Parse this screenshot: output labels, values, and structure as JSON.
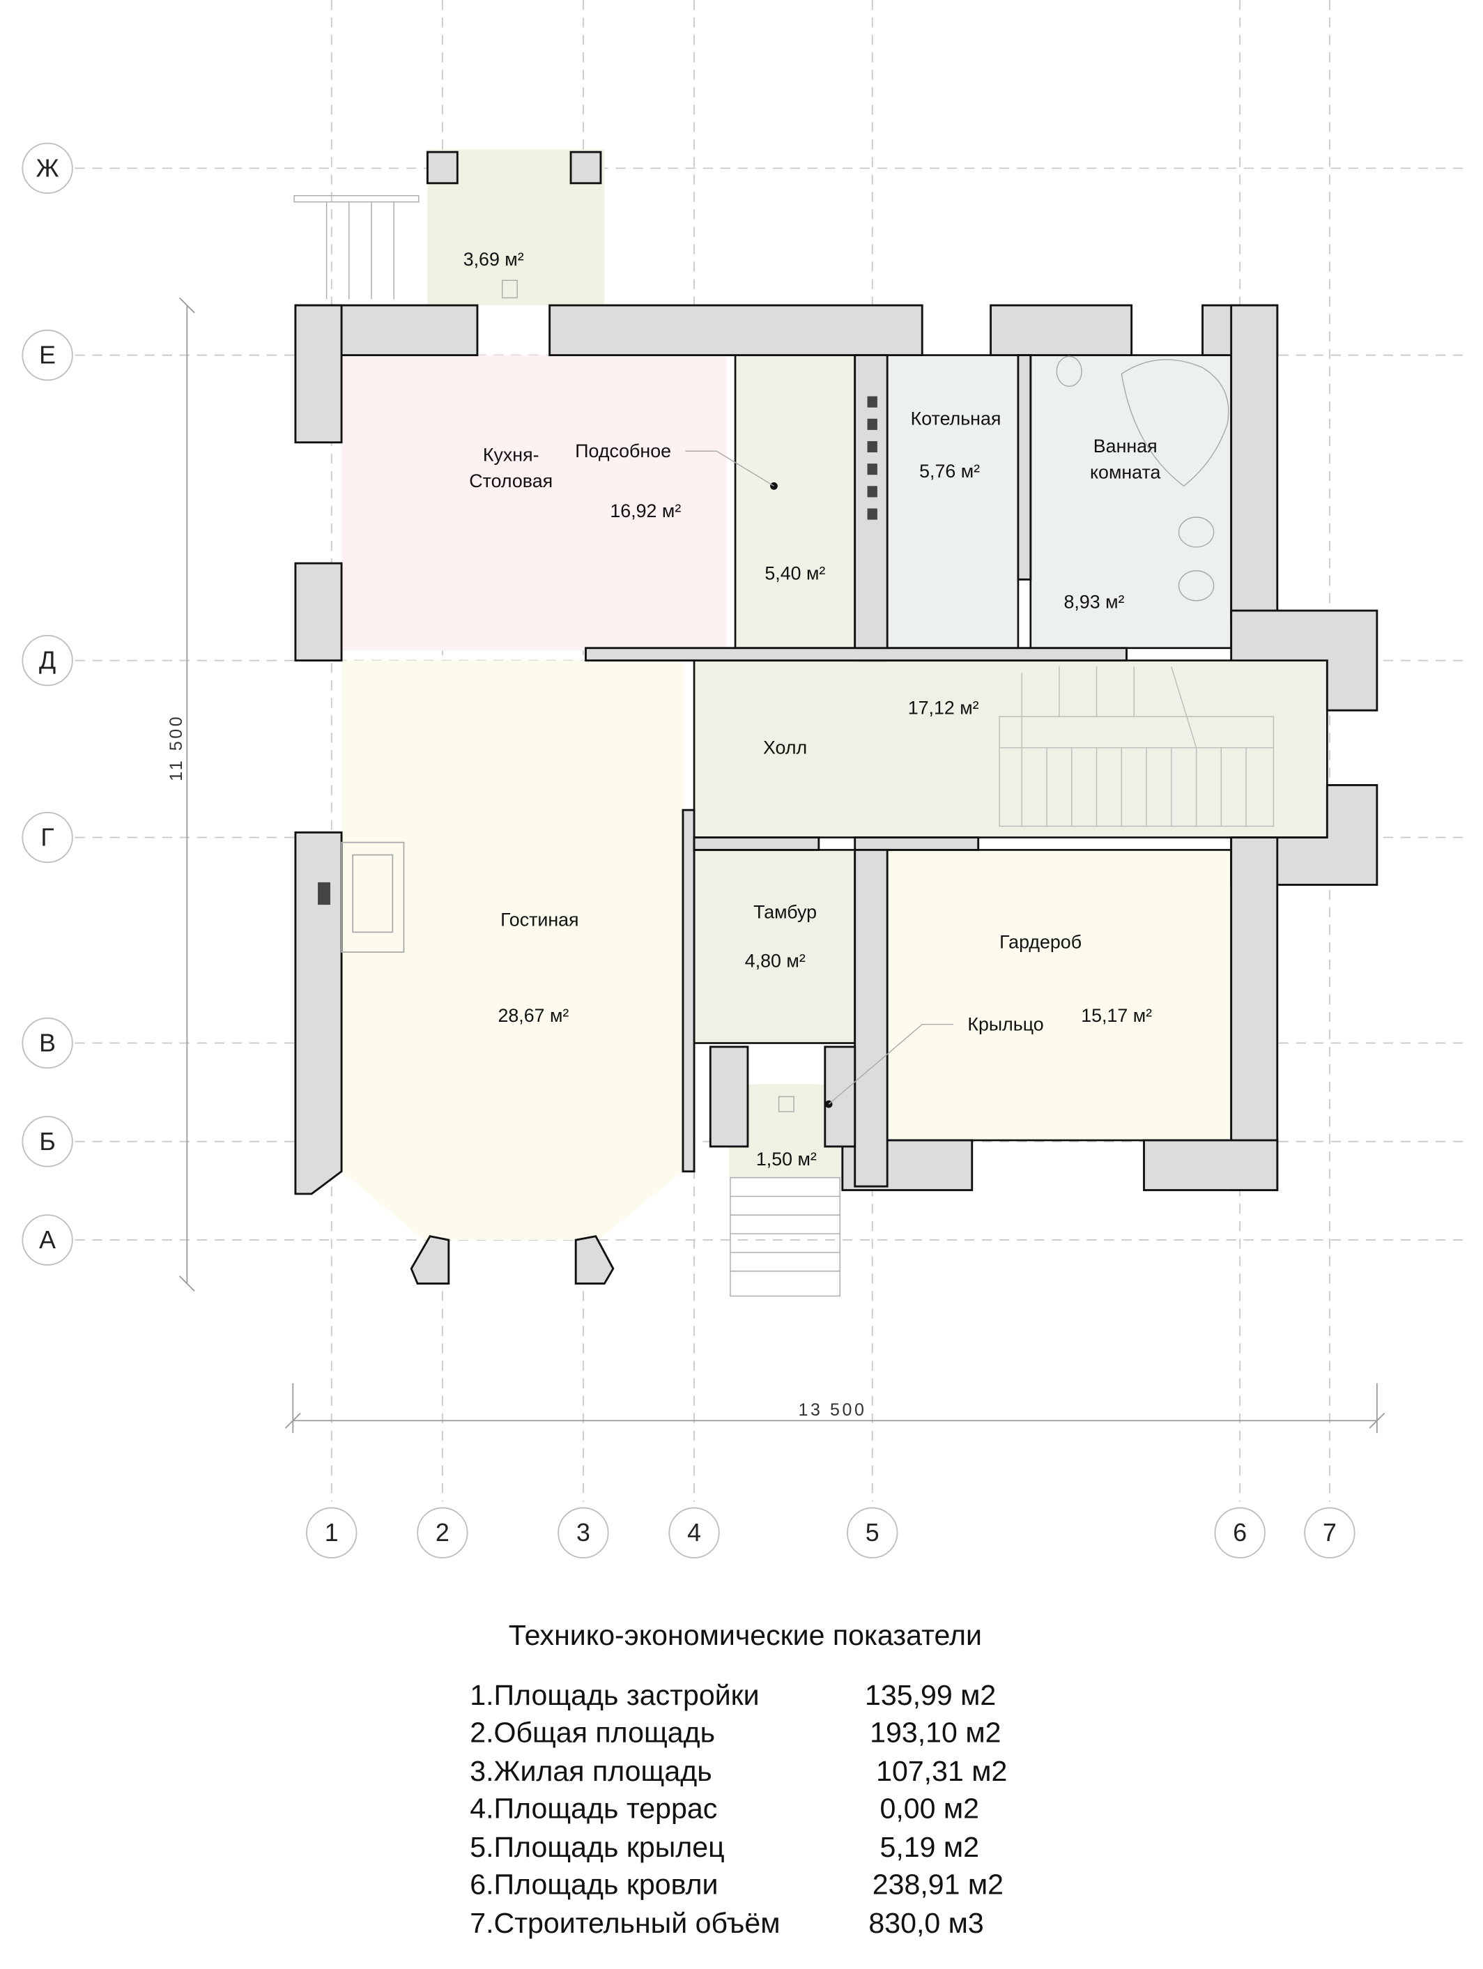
{
  "axes": {
    "rows": [
      "Ж",
      "Е",
      "Д",
      "Г",
      "В",
      "Б",
      "А"
    ],
    "cols": [
      "1",
      "2",
      "3",
      "4",
      "5",
      "6",
      "7"
    ]
  },
  "dimensions": {
    "height": "11 500",
    "width": "13 500"
  },
  "rooms": {
    "balcony": {
      "area": "3,69 м²"
    },
    "kitchen": {
      "name1": "Кухня-",
      "name2": "Столовая",
      "area": "16,92 м²"
    },
    "utility": {
      "name": "Подсобное",
      "area": "5,40 м²"
    },
    "boiler": {
      "name": "Котельная",
      "area": "5,76 м²"
    },
    "bathroom": {
      "name1": "Ванная",
      "name2": "комната",
      "area": "8,93 м²"
    },
    "hall": {
      "name": "Холл",
      "area": "17,12 м²"
    },
    "living": {
      "name": "Гостиная",
      "area": "28,67 м²"
    },
    "vestibule": {
      "name": "Тамбур",
      "area": "4,80 м²"
    },
    "wardrobe": {
      "name": "Гардероб",
      "area": "15,17 м²"
    },
    "porch": {
      "name": "Крыльцо",
      "area": "1,50 м²"
    }
  },
  "colors": {
    "kitchen": "#fdf1f1",
    "utility": "#f1f1e7",
    "wet": "#ecf1f0",
    "living": "#fcfbee",
    "hall": "#f0f0e6",
    "wall": "#dcdcdc"
  },
  "indicators": {
    "title": "Технико-экономические показатели",
    "items": [
      {
        "label": "1.Площадь застройки",
        "value": "135,99 м2"
      },
      {
        "label": "2.Общая площадь",
        "value": "193,10 м2"
      },
      {
        "label": "3.Жилая площадь",
        "value": "107,31 м2"
      },
      {
        "label": "4.Площадь террас",
        "value": "0,00 м2"
      },
      {
        "label": "5.Площадь крылец",
        "value": "5,19 м2"
      },
      {
        "label": "6.Площадь кровли",
        "value": "238,91 м2"
      },
      {
        "label": "7.Строительный объём",
        "value": "830,0 м3"
      }
    ]
  }
}
